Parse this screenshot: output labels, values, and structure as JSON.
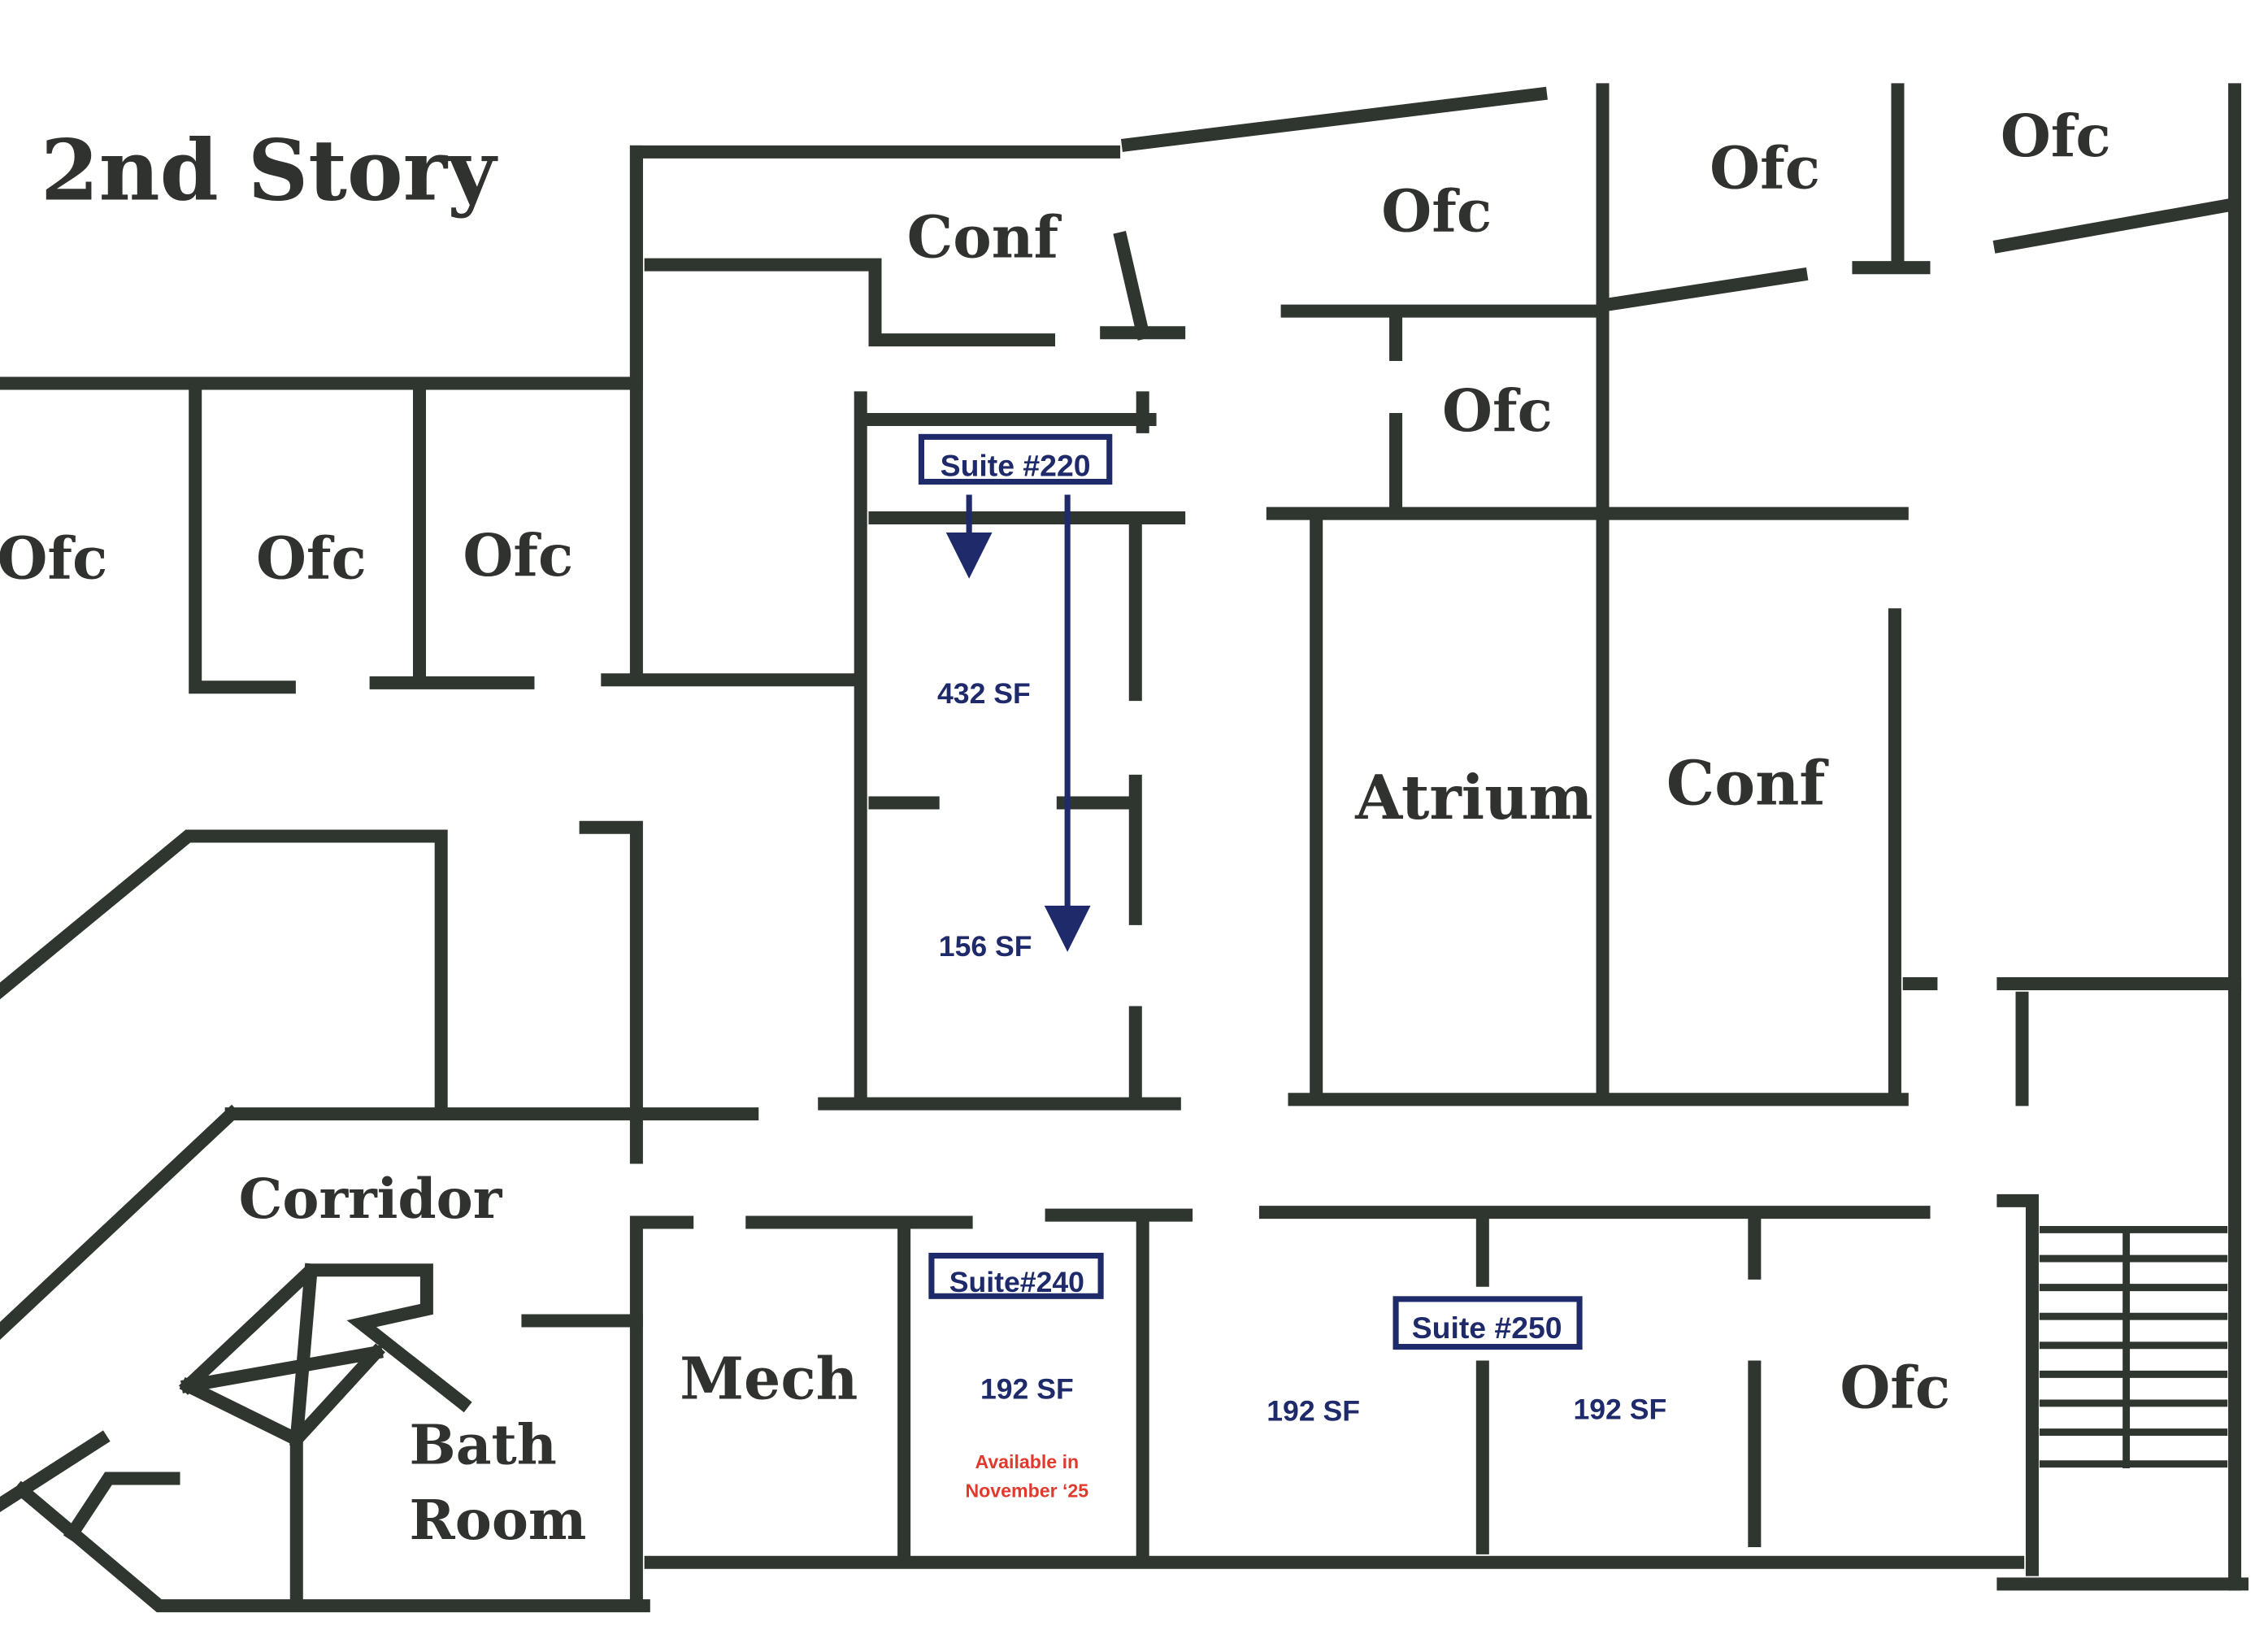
{
  "title": "2nd Story",
  "rooms": {
    "conf_top": "Conf",
    "ofc_top_1": "Ofc",
    "ofc_top_2": "Ofc",
    "ofc_top_3": "Ofc",
    "ofc_mid": "Ofc",
    "ofc_left_1": "Ofc",
    "ofc_left_2": "Ofc",
    "ofc_left_3": "Ofc",
    "atrium": "Atrium",
    "conf_right": "Conf",
    "corridor": "Corridor",
    "mech": "Mech",
    "bath": "Bath",
    "room": "Room",
    "ofc_bottom": "Ofc"
  },
  "suites": {
    "s220": {
      "label": "Suite #220",
      "area_1": "432 SF",
      "area_2": "156 SF"
    },
    "s240": {
      "label": "Suite#240",
      "area": "192 SF",
      "note_1": "Available in",
      "note_2": "November ‘25"
    },
    "s250": {
      "label": "Suite #250",
      "area_1": "192 SF",
      "area_2": "192 SF"
    }
  },
  "colors": {
    "wall": "#2f352f",
    "suite": "#1f2a6b",
    "availability": "#e03a2e"
  }
}
